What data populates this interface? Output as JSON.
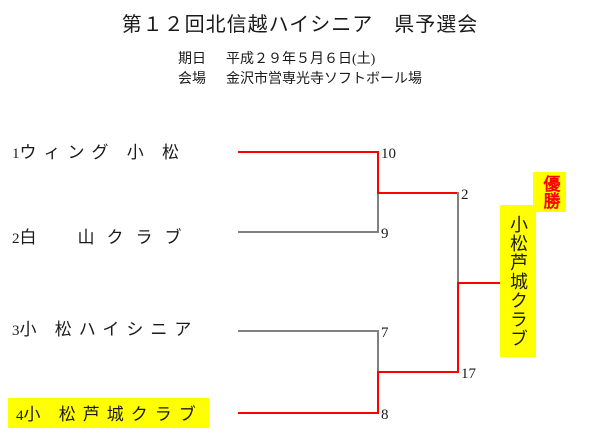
{
  "header": {
    "title": "第１２回北信越ハイシニア　県予選会",
    "info": [
      {
        "label": "期日",
        "value": "平成２９年５月６日(土)"
      },
      {
        "label": "会場",
        "value": "金沢市営専光寺ソフトボール場"
      }
    ]
  },
  "bracket": {
    "teams": [
      {
        "seed": "1",
        "name": "ウィング小松",
        "display": "ウィング 小 松",
        "winner": true,
        "highlight": false
      },
      {
        "seed": "2",
        "name": "白山クラブ",
        "display": "白　山クラブ",
        "winner": false,
        "highlight": false
      },
      {
        "seed": "3",
        "name": "小松ハイシニア",
        "display": "小 松ハイシニア",
        "winner": false,
        "highlight": false
      },
      {
        "seed": "4",
        "name": "小松芦城クラブ",
        "display": "小 松芦城クラブ",
        "winner": true,
        "highlight": true
      }
    ],
    "scores": {
      "semifinal1_top": "10",
      "semifinal1_bottom": "9",
      "semifinal2_top": "7",
      "semifinal2_bottom": "8",
      "final_top": "2",
      "final_bottom": "17"
    },
    "champion": {
      "badge": "優勝",
      "name": "小松芦城クラブ"
    },
    "colors": {
      "winner_line": "#ff0000",
      "loser_line": "#808080",
      "highlight": "#ffff00",
      "badge_text": "#ff0000"
    }
  }
}
